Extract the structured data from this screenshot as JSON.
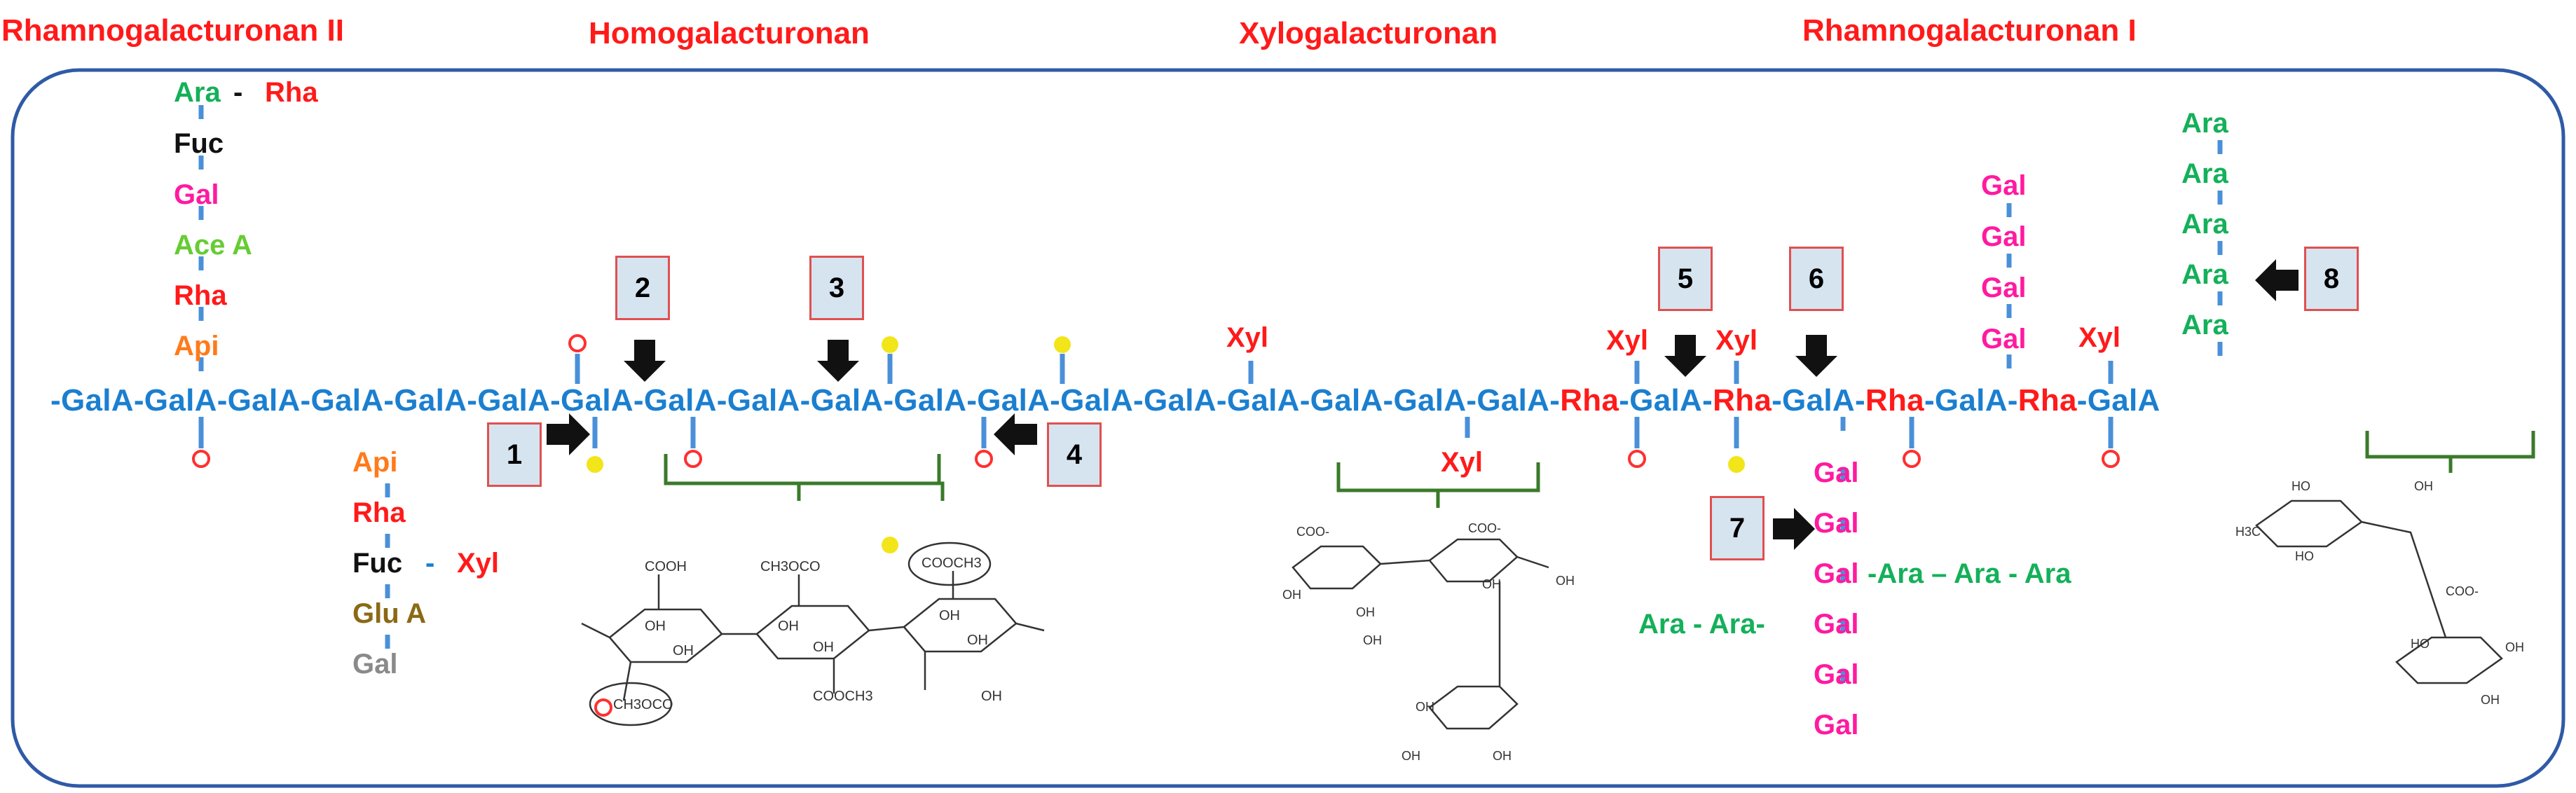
{
  "regions": {
    "rg2": "Rhamnogalacturonan II",
    "hg": "Homogalacturonan",
    "xg": "Xylogalacturonan",
    "rg1": "Rhamnogalacturonan I"
  },
  "backbone": {
    "hg_part": "-GalA-GalA-GalA-GalA-GalA-GalA-GalA-GalA-GalA-GalA-GalA-GalA-GalA-GalA-GalA-GalA-GalA-GalA-",
    "rg1_units": [
      "GalA",
      "Rha",
      "GalA",
      "Rha",
      "GalA",
      "Rha",
      "GalA",
      "Rha",
      "GalA"
    ]
  },
  "rg2_chain_up": [
    "Ara",
    "Rha",
    "Fuc",
    "Gal",
    "Ace A",
    "Rha",
    "Api"
  ],
  "rg2_chain_down": [
    "Api",
    "Rha",
    "Fuc",
    "Xyl",
    "Glu A",
    "Gal"
  ],
  "rg2_separators": {
    "ara_rha": "-",
    "fuc_xyl": "-"
  },
  "xyl_labels": [
    "Xyl",
    "Xyl",
    "Xyl",
    "Xyl",
    "Xyl"
  ],
  "rg1_gal_up": [
    "Gal",
    "Gal",
    "Gal",
    "Gal"
  ],
  "rg1_ara_up": [
    "Ara",
    "Ara",
    "Ara",
    "Ara",
    "Ara"
  ],
  "rg1_gal_down": [
    "Gal",
    "Gal",
    "Gal",
    "Gal",
    "Gal",
    "Gal"
  ],
  "rg1_ara_right": "-Ara – Ara - Ara",
  "rg1_ara_left": "Ara - Ara-",
  "arrows": [
    "1",
    "2",
    "3",
    "4",
    "5",
    "6",
    "7",
    "8"
  ],
  "struct_labels": {
    "hg": [
      "COOH",
      "CH3OCO",
      "COOCH3",
      "OH",
      "OH",
      "OH",
      "OH",
      "OH",
      "OH",
      "CH3OCO",
      "COOCH3",
      "OH"
    ],
    "xg": [
      "COO-",
      "COO-",
      "OH",
      "OH",
      "OH",
      "OH",
      "OH",
      "OH",
      "OH",
      "OH"
    ],
    "rg1": [
      "HO",
      "H3C",
      "HO",
      "OH",
      "COO-",
      "HO",
      "OH",
      "OH"
    ]
  },
  "colors": {
    "red": "#ff1a1a",
    "blue": "#1b7fd0",
    "green": "#14b05a",
    "light_green": "#66cc33",
    "magenta": "#ff1aa0",
    "orange": "#ff7a1a",
    "brown": "#8b6914",
    "gray": "#8a8a8a",
    "black": "#111111",
    "bracket": "#3a7a2a",
    "frame": "#2f5aa6"
  }
}
